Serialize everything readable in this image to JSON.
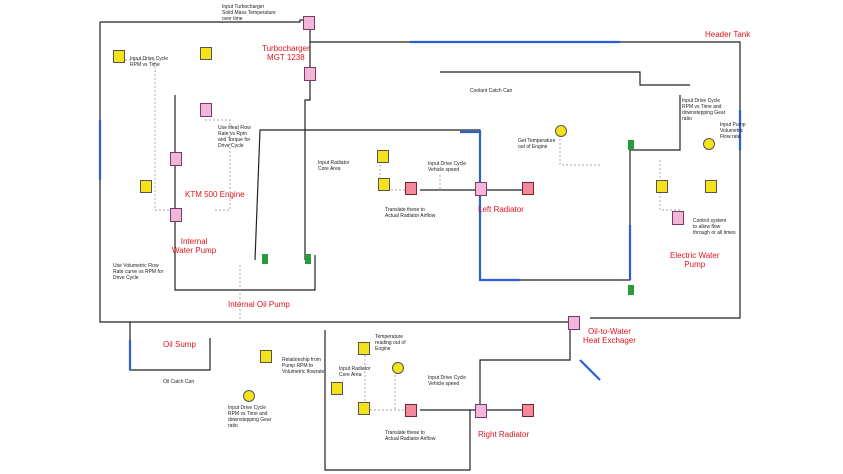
{
  "components": {
    "turbocharger": "Turbocharger\nMGT 1238",
    "ktm_engine": "KTM 500 Engine",
    "internal_water_pump": "Internal\nWater Pump",
    "internal_oil_pump": "Internal Oil Pump",
    "left_radiator": "Left Radiator",
    "right_radiator": "Right Radiator",
    "header_tank": "Header Tank",
    "electric_water_pump": "Electric Water\nPump",
    "oil_to_water_hx": "Oil-to-Water\nHeat Exchager",
    "oil_sump": "Oil Sump"
  },
  "notes": {
    "turbo_input": "Input Turbocharger\nSolid Mass Temperature\nover time",
    "drive_cycle_torque": "Input Drive Cycle\nRPM vs Time",
    "heat_flow": "Use Heat Flow\nRate vs Rpm\nand Torque for\nDrive Cycle",
    "coolant_catch_can": "Coolant Catch Can",
    "radiator_core_left": "Input Radiator\nCore Area",
    "vehicle_speed_left": "Input Drive Cycle\nVehicle speed",
    "translate_left": "Translate these to\nActual Radiator Airflow",
    "gel_temp": "Get Temperature\nout of Engine",
    "drive_cycle_pump": "Input Drive Cycle\nRPM vs Time and\ndownstepping Gear\nratio",
    "pump_flow": "Input Pump\nVolumetric\nFlow rate",
    "control_system": "Control system\nto allow flow\nthrough or all times",
    "vol_flow": "Use Volumetric Flow\nRate curve vs RPM for\nDrive Cycle",
    "oil_catch_can": "Oil Catch Can",
    "relationship": "Relationship from\nPump RPM to\nVolumetric flowrate",
    "drive_cycle_oil": "Input Drive Cycle\nRPM vs Time and\ndownstepping Gear\nratio",
    "temp_reading": "Temperature\nreading out of\nEngine",
    "radiator_core_right": "Input Radiator\nCore Area",
    "vehicle_speed_right": "Input Drive Cycle\nVehicle speed",
    "translate_right": "Translate these to\nActual Radiator Airflow"
  },
  "colors": {
    "pipe": "#222222",
    "coolant": "#2b5fd6",
    "label": "#e0141e",
    "dashed": "#888888"
  }
}
